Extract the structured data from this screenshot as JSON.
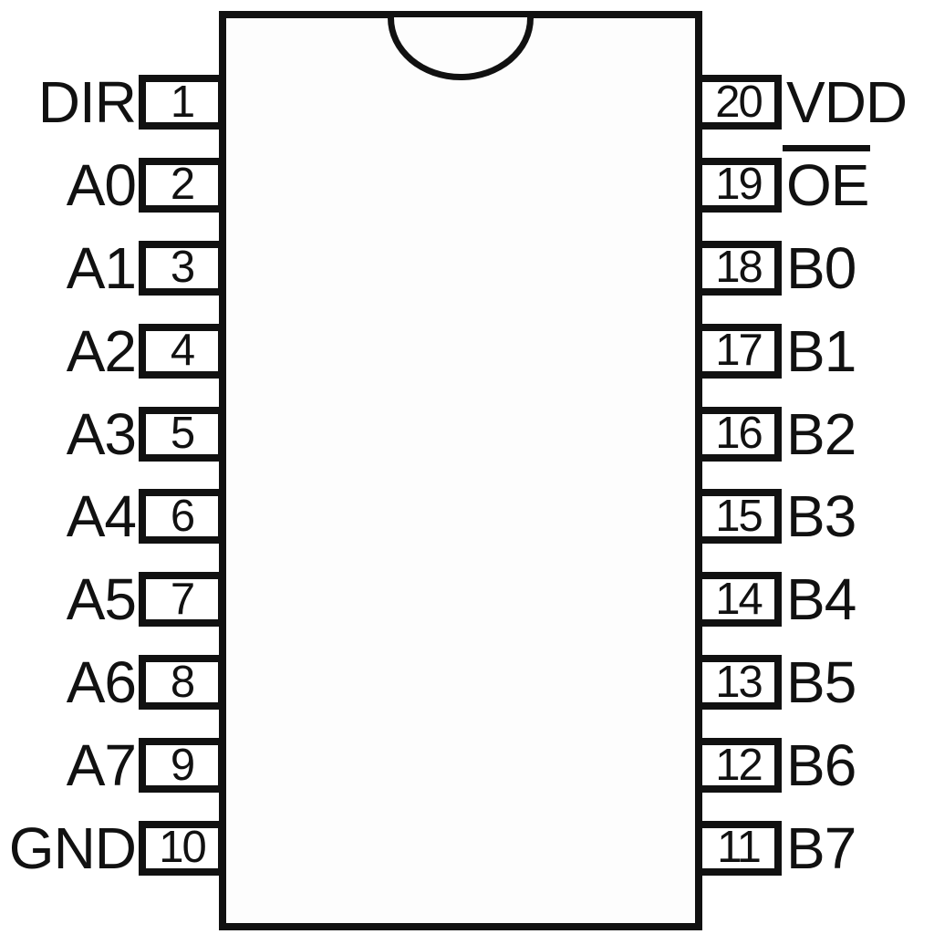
{
  "diagram": {
    "kind": "ic-pinout",
    "package": "20-pin DIP",
    "orientation": "notch-top",
    "colors": {
      "line": "#111111",
      "background": "#ffffff",
      "chip_fill": "#fdfdfd"
    },
    "left_pins": [
      {
        "number": "1",
        "label": "DIR",
        "overline": false
      },
      {
        "number": "2",
        "label": "A0",
        "overline": false
      },
      {
        "number": "3",
        "label": "A1",
        "overline": false
      },
      {
        "number": "4",
        "label": "A2",
        "overline": false
      },
      {
        "number": "5",
        "label": "A3",
        "overline": false
      },
      {
        "number": "6",
        "label": "A4",
        "overline": false
      },
      {
        "number": "7",
        "label": "A5",
        "overline": false
      },
      {
        "number": "8",
        "label": "A6",
        "overline": false
      },
      {
        "number": "9",
        "label": "A7",
        "overline": false
      },
      {
        "number": "10",
        "label": "GND",
        "overline": false
      }
    ],
    "right_pins": [
      {
        "number": "20",
        "label": "VDD",
        "overline": false
      },
      {
        "number": "19",
        "label": "OE",
        "overline": true
      },
      {
        "number": "18",
        "label": "B0",
        "overline": false
      },
      {
        "number": "17",
        "label": "B1",
        "overline": false
      },
      {
        "number": "16",
        "label": "B2",
        "overline": false
      },
      {
        "number": "15",
        "label": "B3",
        "overline": false
      },
      {
        "number": "14",
        "label": "B4",
        "overline": false
      },
      {
        "number": "13",
        "label": "B5",
        "overline": false
      },
      {
        "number": "12",
        "label": "B6",
        "overline": false
      },
      {
        "number": "11",
        "label": "B7",
        "overline": false
      }
    ]
  }
}
